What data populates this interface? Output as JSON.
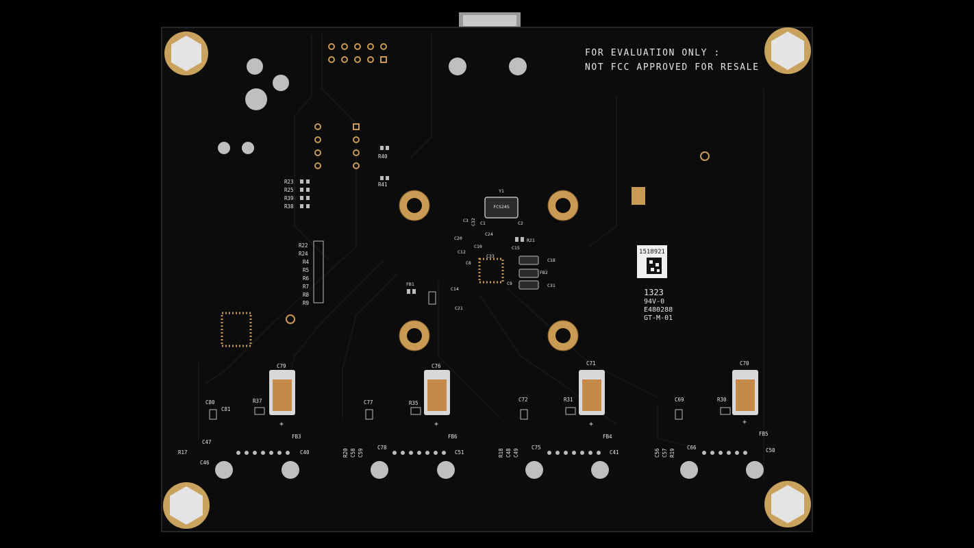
{
  "notice": {
    "line1": "FOR EVALUATION ONLY :",
    "line2": "NOT FCC APPROVED FOR RESALE"
  },
  "crystal": {
    "ref": "Y1",
    "marking": "FCS24S"
  },
  "product_sticker": {
    "number": "1518921"
  },
  "board_marking": {
    "date": "1323",
    "rating": "94V-0",
    "ul": "E480288",
    "code": "GT-M-01"
  },
  "labels": {
    "r40": "R40",
    "r41": "R41",
    "r23": "R23",
    "r25": "R25",
    "r39": "R39",
    "r38": "R38",
    "r22": "R22",
    "r24": "R24",
    "r4": "R4",
    "r5": "R5",
    "r6": "R6",
    "r7": "R7",
    "r8": "R8",
    "r9": "R9",
    "c3": "C3",
    "c32": "C32",
    "c1": "C1",
    "c2": "C2",
    "c24": "C24",
    "c20": "C20",
    "r21": "R21",
    "c10": "C10",
    "c12": "C12",
    "c15": "C15",
    "c8": "C8",
    "c18": "C18",
    "fb2": "FB2",
    "c31": "C31",
    "c9": "C9",
    "c14": "C14",
    "c21": "C21",
    "fb1": "FB1",
    "c33": "C33",
    "c79": "C79",
    "c76": "C76",
    "c71": "C71",
    "c70": "C70",
    "c80": "C80",
    "r37": "R37",
    "c77": "C77",
    "r35": "R35",
    "c72": "C72",
    "r31": "R31",
    "c69": "C69",
    "r30": "R30",
    "c81": "C81",
    "fb3": "FB3",
    "c47": "C47",
    "r17": "R17",
    "c46": "C46",
    "c40": "C40",
    "r20": "R20",
    "c58": "C58",
    "c59": "C59",
    "c78": "C78",
    "fb6": "FB6",
    "c51": "C51",
    "r18": "R18",
    "c48": "C48",
    "c49": "C49",
    "c75": "C75",
    "fb4": "FB4",
    "c41": "C41",
    "c56": "C56",
    "c57": "C57",
    "r19": "R19",
    "c66": "C66",
    "fb5": "FB5",
    "c50": "C50",
    "plus": "+"
  }
}
